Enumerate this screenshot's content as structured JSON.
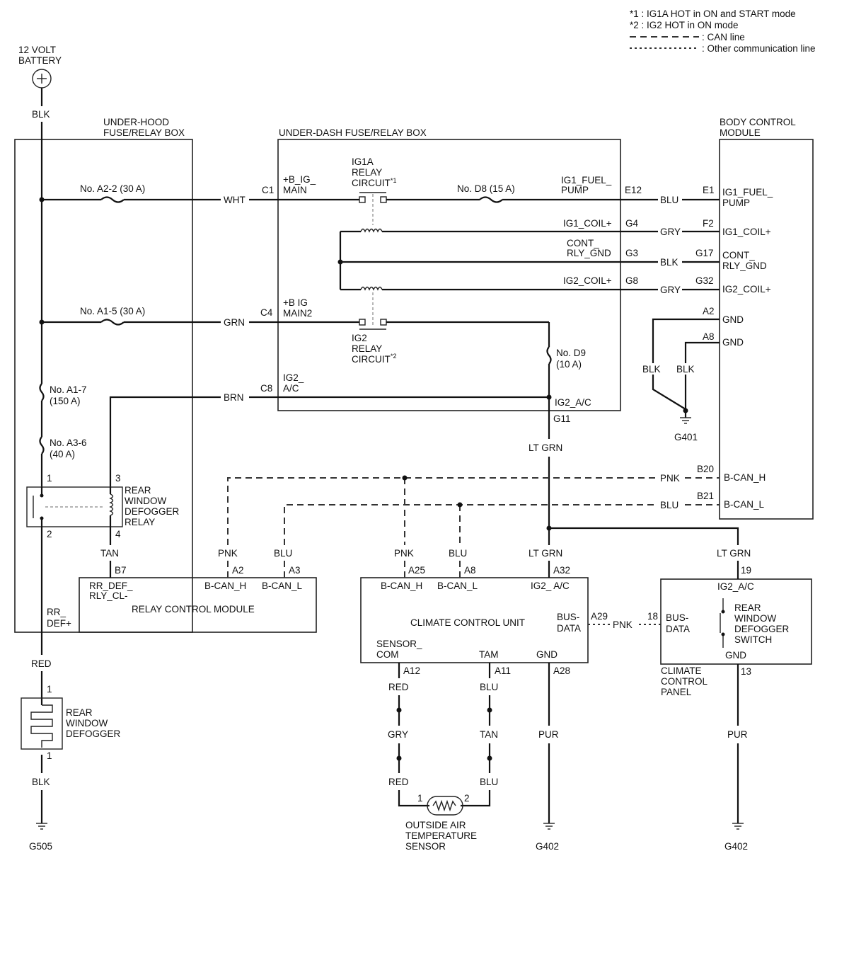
{
  "legend": {
    "note1": "*1 : IG1A HOT in ON and START mode",
    "note2": "*2 : IG2 HOT in ON mode",
    "can_line": ": CAN line",
    "other_line": ": Other communication line"
  },
  "battery": {
    "label1": "12 VOLT",
    "label2": "BATTERY",
    "symbol": "plus-circle",
    "wire": "BLK"
  },
  "underhood": {
    "title1": "UNDER-HOOD",
    "title2": "FUSE/RELAY BOX",
    "fuse_a22": "No. A2-2 (30 A)",
    "fuse_a15": "No. A1-5 (30 A)",
    "fuse_a17_1": "No. A1-7",
    "fuse_a17_2": "(150 A)",
    "fuse_a36_1": "No. A3-6",
    "fuse_a36_2": "(40 A)",
    "wire_wht": "WHT",
    "wire_grn": "GRN",
    "wire_brn": "BRN",
    "relay_name1": "REAR",
    "relay_name2": "WINDOW",
    "relay_name3": "DEFOGGER",
    "relay_name4": "RELAY",
    "pin1": "1",
    "pin2": "2",
    "pin3": "3",
    "pin4": "4",
    "wire_tan": "TAN",
    "rr_def1": "RR_",
    "rr_def2": "DEF+"
  },
  "underdash": {
    "title": "UNDER-DASH FUSE/RELAY BOX",
    "c1": "C1",
    "c4": "C4",
    "c8": "C8",
    "b_ig_main1": "+B_IG_",
    "b_ig_main2": "MAIN",
    "b_ig_main2_1": "+B IG",
    "b_ig_main2_2": "MAIN2",
    "ig2_ac1": "IG2_",
    "ig2_ac2": "A/C",
    "ig1a1": "IG1A",
    "ig1a2": "RELAY",
    "ig1a3": "CIRCUIT",
    "ig1a_note": "*1",
    "ig2r1": "IG2",
    "ig2r2": "RELAY",
    "ig2r3": "CIRCUIT",
    "ig2r_note": "*2",
    "fuse_d8": "No. D8 (15 A)",
    "fuse_d9_1": "No. D9",
    "fuse_d9_2": "(10 A)",
    "ig1_fuel1": "IG1_FUEL_",
    "ig1_fuel2": "PUMP",
    "e12": "E12",
    "ig1_coil": "IG1_COIL+",
    "g4": "G4",
    "cont1": "CONT_",
    "cont2": "RLY_GND",
    "g3": "G3",
    "ig2_coil": "IG2_COIL+",
    "g8": "G8",
    "ig2_ac_out": "IG2_A/C",
    "g11": "G11"
  },
  "bcm": {
    "title1": "BODY CONTROL",
    "title2": "MODULE",
    "e1": "E1",
    "fuel1": "IG1_FUEL_",
    "fuel2": "PUMP",
    "f2": "F2",
    "coil1": "IG1_COIL+",
    "g17": "G17",
    "cont1": "CONT_",
    "cont2": "RLY_GND",
    "g32": "G32",
    "coil2": "IG2_COIL+",
    "a2": "A2",
    "gnd1": "GND",
    "a8": "A8",
    "gnd2": "GND",
    "b20": "B20",
    "bcanh": "B-CAN_H",
    "b21": "B21",
    "bcanl": "B-CAN_L",
    "wire_blu": "BLU",
    "wire_gry1": "GRY",
    "wire_blk": "BLK",
    "wire_gry2": "GRY",
    "wire_pnk": "PNK",
    "wire_blu2": "BLU",
    "gnd_blk1": "BLK",
    "gnd_blk2": "BLK",
    "ground": "G401"
  },
  "rcm": {
    "title": "RELAY CONTROL MODULE",
    "b7": "B7",
    "rr_def1": "RR_DEF_",
    "rr_def2": "RLY_CL-",
    "a2": "A2",
    "bcanh": "B-CAN_H",
    "a3": "A3",
    "bcanl": "B-CAN_L",
    "wire_pnk": "PNK",
    "wire_blu": "BLU"
  },
  "ccu": {
    "title": "CLIMATE CONTROL UNIT",
    "a25": "A25",
    "bcanh": "B-CAN_H",
    "a8": "A8",
    "bcanl": "B-CAN_L",
    "a32": "A32",
    "ig2ac": "IG2_ A/C",
    "bus1": "BUS-",
    "bus2": "DATA",
    "a29": "A29",
    "sensor1": "SENSOR_",
    "sensor2": "COM",
    "tam": "TAM",
    "gnd": "GND",
    "a12": "A12",
    "a11": "A11",
    "a28": "A28",
    "wire_pnk": "PNK",
    "wire_blu": "BLU",
    "wire_ltgrn_top": "LT GRN",
    "wire_ltgrn_mid": "LT GRN",
    "wire_pnk_bus": "PNK"
  },
  "ccp": {
    "title1": "CLIMATE",
    "title2": "CONTROL",
    "title3": "PANEL",
    "pin19": "19",
    "ig2ac": "IG2_A/C",
    "pin18": "18",
    "bus1": "BUS-",
    "bus2": "DATA",
    "sw1": "REAR",
    "sw2": "WINDOW",
    "sw3": "DEFOGGER",
    "sw4": "SWITCH",
    "gnd": "GND",
    "pin13": "13",
    "wire_ltgrn": "LT GRN",
    "wire_pur": "PUR",
    "ground": "G402"
  },
  "defogger": {
    "pin_top": "1",
    "name1": "REAR",
    "name2": "WINDOW",
    "name3": "DEFOGGER",
    "pin_bottom": "1",
    "wire_red": "RED",
    "wire_blk": "BLK",
    "ground": "G505"
  },
  "oat": {
    "red1": "RED",
    "gry": "GRY",
    "red2": "RED",
    "blu1": "BLU",
    "tan": "TAN",
    "blu2": "BLU",
    "pin1": "1",
    "pin2": "2",
    "name1": "OUTSIDE AIR",
    "name2": "TEMPERATURE",
    "name3": "SENSOR",
    "ccu_pur": "PUR",
    "ccu_ground": "G402"
  }
}
